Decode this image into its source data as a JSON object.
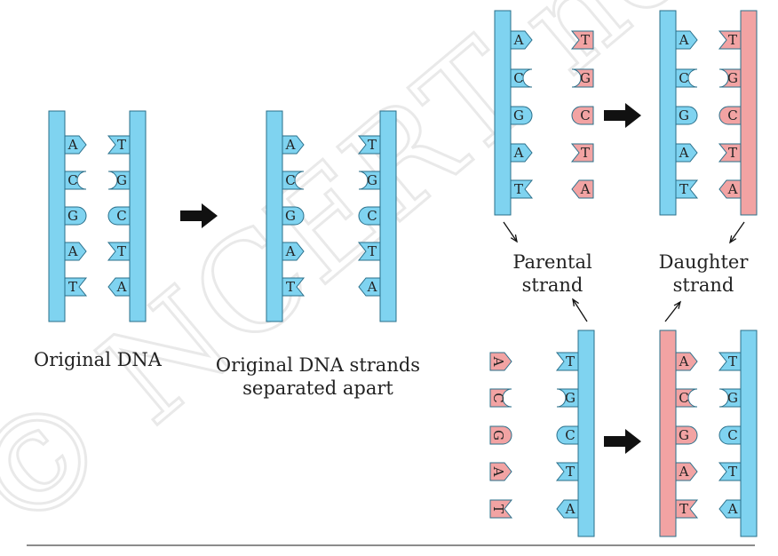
{
  "colors": {
    "parental": "#7fd3f0",
    "daughter": "#f2a3a3",
    "stroke": "#2a6f8a",
    "arrow": "#111111"
  },
  "panels": {
    "original": {
      "caption": "Original DNA",
      "left": [
        "A",
        "C",
        "G",
        "A",
        "T"
      ],
      "right": [
        "T",
        "G",
        "C",
        "T",
        "A"
      ]
    },
    "separated": {
      "caption_line1": "Original DNA strands",
      "caption_line2": "separated apart",
      "left": [
        "A",
        "C",
        "G",
        "A",
        "T"
      ],
      "right": [
        "T",
        "G",
        "C",
        "T",
        "A"
      ]
    },
    "top_right": {
      "parental_bases": [
        "A",
        "C",
        "G",
        "A",
        "T"
      ],
      "free_bases": [
        "T",
        "G",
        "C",
        "T",
        "A"
      ],
      "daughter_bases": [
        "T",
        "G",
        "C",
        "T",
        "A"
      ]
    },
    "bottom_right": {
      "free_bases": [
        "A",
        "C",
        "G",
        "A",
        "T"
      ],
      "parental_bases": [
        "T",
        "G",
        "C",
        "T",
        "A"
      ],
      "daughter_bases": [
        "A",
        "C",
        "G",
        "A",
        "T"
      ]
    }
  },
  "labels": {
    "parental_line1": "Parental",
    "parental_line2": "strand",
    "daughter_line1": "Daughter",
    "daughter_line2": "strand"
  },
  "watermark": "© NCERT not to be republished"
}
